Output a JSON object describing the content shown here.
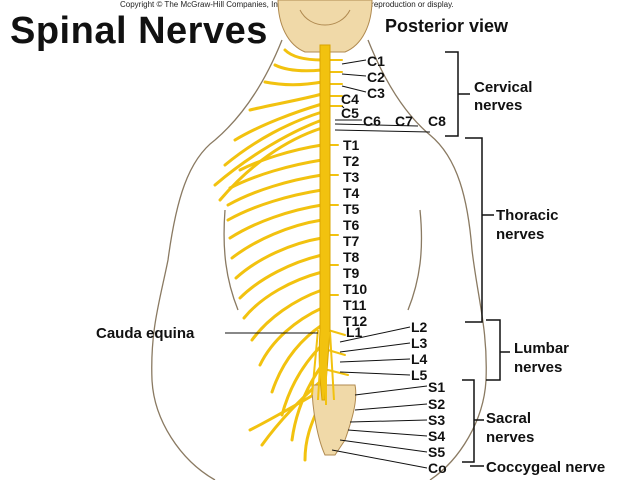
{
  "copyright": "Copyright © The McGraw-Hill Companies, Inc. Permission required for reproduction or display.",
  "title": "Spinal  Nerves",
  "view": "Posterior view",
  "nerve_labels": {
    "c1": "C1",
    "c2": "C2",
    "c3": "C3",
    "c4": "C4",
    "c5": "C5",
    "c6": "C6",
    "c7": "C7",
    "c8": "C8",
    "t1": "T1",
    "t2": "T2",
    "t3": "T3",
    "t4": "T4",
    "t5": "T5",
    "t6": "T6",
    "t7": "T7",
    "t8": "T8",
    "t9": "T9",
    "t10": "T10",
    "t11": "T11",
    "t12": "T12",
    "l1": "L1",
    "l2": "L2",
    "l3": "L3",
    "l4": "L4",
    "l5": "L5",
    "s1": "S1",
    "s2": "S2",
    "s3": "S3",
    "s4": "S4",
    "s5": "S5",
    "co": "Co"
  },
  "groups": {
    "cervical": [
      "Cervical",
      "nerves"
    ],
    "thoracic": [
      "Thoracic",
      "nerves"
    ],
    "lumbar": [
      "Lumbar",
      "nerves"
    ],
    "sacral": [
      "Sacral",
      "nerves"
    ],
    "coccygeal": "Coccygeal nerve",
    "cauda_equina": "Cauda equina"
  },
  "colors": {
    "nerve": "#f2c20f",
    "nerve_dark": "#d9a400",
    "bone": "#f0d9a8",
    "bone_outline": "#b08a50",
    "skin_outline": "#8a7a62"
  }
}
